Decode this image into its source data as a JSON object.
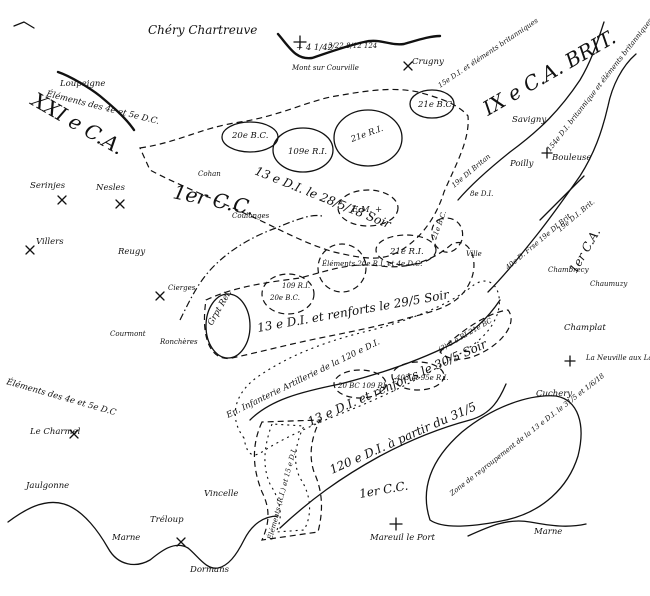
{
  "map": {
    "corps": {
      "xxi_ca": "XXI e C.A.",
      "ix_ca_brit": "IX e C.A. BRIT.",
      "cc_north": "1er C.C.",
      "cc_south": "1er C.C.",
      "ca_east": "1er C.A."
    },
    "units": {
      "d13_2805": "13 e D.I. le 28/5/18 Soir",
      "d13_2905": "13 e D.I. et renforts le 29/5 Soir",
      "d13_3005": "13 e D.I. et renforts le 30/5 Soir",
      "d120": "120 e D.I. à partir du 31/5",
      "inf_terr": "En. Infanterie Artillerie de la 120 e D.I.",
      "zone_rr": "Zone de regroupement de la 13 e D.I. le 31/5 et 1/6/18",
      "bc20": "20e B.C.",
      "ri109": "109e R.I.",
      "ri21a": "21e R.I.",
      "bc21": "21e B.C.",
      "em": "E.M. +",
      "ri21b": "21e R.I.",
      "elem_ri": "Éléments 20e R.I. et 4e D.C.",
      "ric": "21e B.C.",
      "grp_rel": "Grpt Rel.",
      "bc20b": "20e B.C.",
      "ri109b": "109 R.I.",
      "elem_bc": "20 BC 109 RI",
      "ri_403": "403 et 95e R.I.",
      "ri_bad": "(?) 8 e RI 21e BC",
      "elem_gauche": "Éléments (R.I.) et 15 e D.I."
    },
    "places": {
      "chery": "Chéry Chartreuve",
      "mont": "Mont sur Courville",
      "crugny": "Crugny",
      "loupeigne": "Loupeigne",
      "elements_top": "Éléments des 4e et 5e D.C.",
      "coulonges": "Coulonges",
      "cohan": "Cohan",
      "serieux": "Serinjes",
      "nesles": "Nesles",
      "villers": "Villers",
      "reugy": "Reugy",
      "ciergues": "Cierges",
      "courmont": "Courmont",
      "ronchere": "Ronchères",
      "elements_left": "Éléments des 4e et 5e D.C",
      "charmel": "Le Charmel",
      "jaulgonne": "Jaulgonne",
      "vincelle": "Vincelle",
      "treloup": "Tréloup",
      "marne_left": "Marne",
      "dormans": "Dormans",
      "mareuil": "Mareuil le Port",
      "marne_right": "Marne",
      "cuchery": "Cuchery",
      "champlat": "Champlat",
      "neuville": "La Neuville aux Larris",
      "chambrecy": "Chambrecy",
      "chaumuzy": "Chaumuzy",
      "ville": "Ville",
      "savigny": "Savigny",
      "bouleuse": "Bouleuse",
      "poilly": "Poilly",
      "d8": "8e D.I."
    },
    "brit": {
      "top_right": "15e D.I. et éléments britanniques",
      "right_a": "154e D.I. britannique et éléments britanniques",
      "right_b": "19e D.I. Brit.",
      "left_brit": "19e DI Britan",
      "d4_8": "40e D. Frse 19e DI Brit",
      "mont_num": "3/22 8/12 124",
      "xx": "+ 4 1/42"
    }
  }
}
